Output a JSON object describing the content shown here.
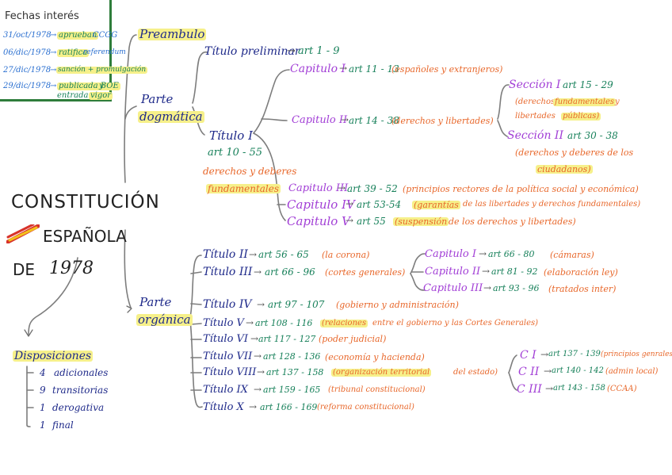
{
  "dates_box": {
    "title": "Fechas interés",
    "items": [
      {
        "date": "31/oct/1978",
        "event": "aprueban",
        "extra": "CCGG"
      },
      {
        "date": "06/dic/1978",
        "event": "ratifica",
        "extra": "referendum"
      },
      {
        "date": "27/dic/1978",
        "event": "sanción + promulgación",
        "extra": ""
      },
      {
        "date": "29/dic/1978",
        "event": "publicada BOE",
        "extra": "y",
        "extra2": "entrada en",
        "extra3": "vigor"
      }
    ]
  },
  "main_title": {
    "line1": "CONSTITUCIÓN",
    "line2": "ESPAÑOLA",
    "line3a": "DE",
    "line3b": "1978"
  },
  "preambulo": "Preambulo",
  "dogmatica": {
    "label1": "Parte",
    "label2": "dogmática",
    "titulo_prelim": {
      "label": "Título preliminar",
      "arts": "art 1 - 9"
    },
    "titulo_i": {
      "label": "Título I",
      "arts": "art 10 - 55",
      "desc1": "derechos y deberes",
      "desc2": "fundamentales"
    },
    "capitulos": [
      {
        "label": "Capitulo I",
        "arts": "art 11 - 13",
        "desc": "(españoles y extranjeros)"
      },
      {
        "label": "Capitulo II",
        "arts": "art 14 - 38",
        "desc": "(derechos y libertades)"
      },
      {
        "label": "Capitulo III",
        "arts": "art 39 - 52",
        "desc": "(principios rectores de la política social y económica)"
      },
      {
        "label": "Capitulo IV",
        "arts": "art 53-54",
        "desc_hl": "(garantías",
        "desc": "de las libertades y derechos fundamentales)"
      },
      {
        "label": "Capitulo V",
        "arts": "art 55",
        "desc_hl": "(suspensión",
        "desc": "de los derechos y libertades)"
      }
    ],
    "secciones": [
      {
        "label": "Sección I",
        "arts": "art 15 - 29",
        "d1": "(derechos",
        "d1hl": "fundamentales",
        "d1b": "y",
        "d2": "libertades",
        "d2hl": "públicas)"
      },
      {
        "label": "Sección II",
        "arts": "art 30 - 38",
        "d1": "(derechos y deberes de los",
        "d2hl": "ciudadanos)"
      }
    ]
  },
  "organica": {
    "label1": "Parte",
    "label2": "orgánica",
    "titulos": [
      {
        "label": "Título II",
        "arts": "art 56 - 65",
        "desc": "(la corona)"
      },
      {
        "label": "Título III",
        "arts": "art 66 - 96",
        "desc": "(cortes generales)"
      },
      {
        "label": "Título IV",
        "arts": "art 97 - 107",
        "desc": "(gobierno y administración)"
      },
      {
        "label": "Título V",
        "arts": "art 108 - 116",
        "desc_hl": "(relaciones",
        "desc": "entre el gobierno y las Cortes Generales)"
      },
      {
        "label": "Título VI",
        "arts": "art 117 - 127",
        "desc": "(poder judicial)"
      },
      {
        "label": "Título VII",
        "arts": "art 128 - 136",
        "desc": "(economía y hacienda)"
      },
      {
        "label": "Título VIII",
        "arts": "art 137 - 158",
        "desc_hl": "(organización territorial",
        "desc": "del estado)"
      },
      {
        "label": "Título IX",
        "arts": "art 159 - 165",
        "desc": "(tribunal constitucional)"
      },
      {
        "label": "Título X",
        "arts": "art 166 - 169",
        "desc": "(reforma constitucional)"
      }
    ],
    "capitulos_t3": [
      {
        "label": "Capitulo I",
        "arts": "art 66 - 80",
        "desc": "(cámaras)"
      },
      {
        "label": "Capitulo II",
        "arts": "art 81 - 92",
        "desc": "(elaboración ley)"
      },
      {
        "label": "Capitulo III",
        "arts": "art 93 - 96",
        "desc": "(tratados inter)"
      }
    ],
    "capitulos_t8": [
      {
        "label": "C I",
        "arts": "art 137 - 139",
        "desc": "(principios genrales)"
      },
      {
        "label": "C II",
        "arts": "art 140 - 142",
        "desc": "(admin local)"
      },
      {
        "label": "C III",
        "arts": "art 143 - 158",
        "desc": "(CCAA)"
      }
    ]
  },
  "disposiciones": {
    "title": "Disposiciones",
    "items": [
      {
        "n": "4",
        "label": "adicionales"
      },
      {
        "n": "9",
        "label": "transitorias"
      },
      {
        "n": "1",
        "label": "derogativa"
      },
      {
        "n": "1",
        "label": "final"
      }
    ]
  },
  "colors": {
    "navy": "#1f2a8a",
    "green": "#17805a",
    "orange": "#e8672a",
    "purple": "#a23fd6",
    "teal": "#2a8a95",
    "blue": "#2a6fd0",
    "black": "#222222",
    "highlight": "#f6f08a",
    "red": "#d8332a",
    "gold": "#f2c21b",
    "box": "#2e7d3b"
  }
}
